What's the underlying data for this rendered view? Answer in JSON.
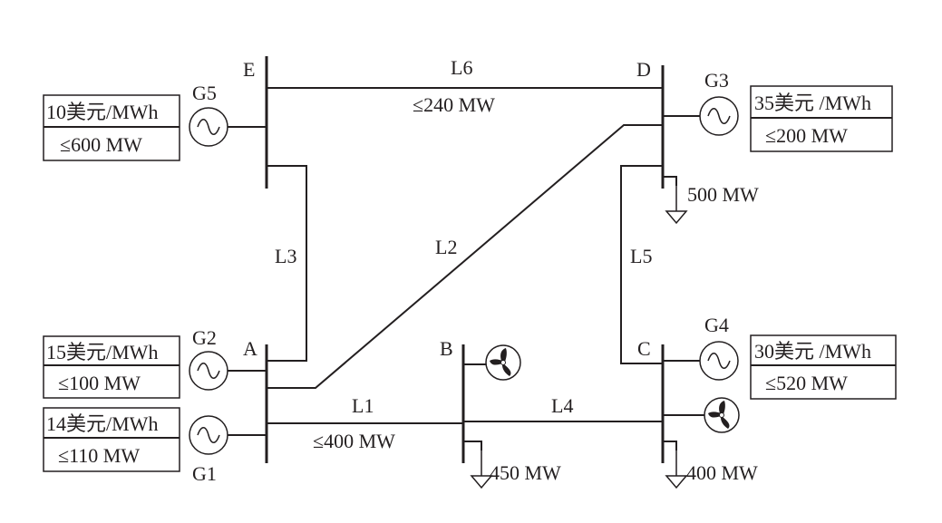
{
  "buses": {
    "A": "A",
    "B": "B",
    "C": "C",
    "D": "D",
    "E": "E"
  },
  "lines": {
    "L1": {
      "name": "L1",
      "limit": "≤400 MW"
    },
    "L2": {
      "name": "L2"
    },
    "L3": {
      "name": "L3"
    },
    "L4": {
      "name": "L4"
    },
    "L5": {
      "name": "L5"
    },
    "L6": {
      "name": "L6",
      "limit": "≤240 MW"
    }
  },
  "generators": {
    "G1": {
      "name": "G1",
      "price": "14美元/MWh",
      "capacity": "≤110 MW"
    },
    "G2": {
      "name": "G2",
      "price": "15美元/MWh",
      "capacity": "≤100 MW"
    },
    "G3": {
      "name": "G3",
      "price": "35美元 /MWh",
      "capacity": "≤200 MW"
    },
    "G4": {
      "name": "G4",
      "price": "30美元 /MWh",
      "capacity": "≤520 MW"
    },
    "G5": {
      "name": "G5",
      "price": "10美元/MWh",
      "capacity": "≤600 MW"
    }
  },
  "loads": {
    "B": "450 MW",
    "C": "400 MW",
    "D": "500 MW"
  },
  "icons": {
    "generator": "ac-generator-icon",
    "wind": "wind-turbine-icon",
    "load": "load-arrow-icon"
  }
}
